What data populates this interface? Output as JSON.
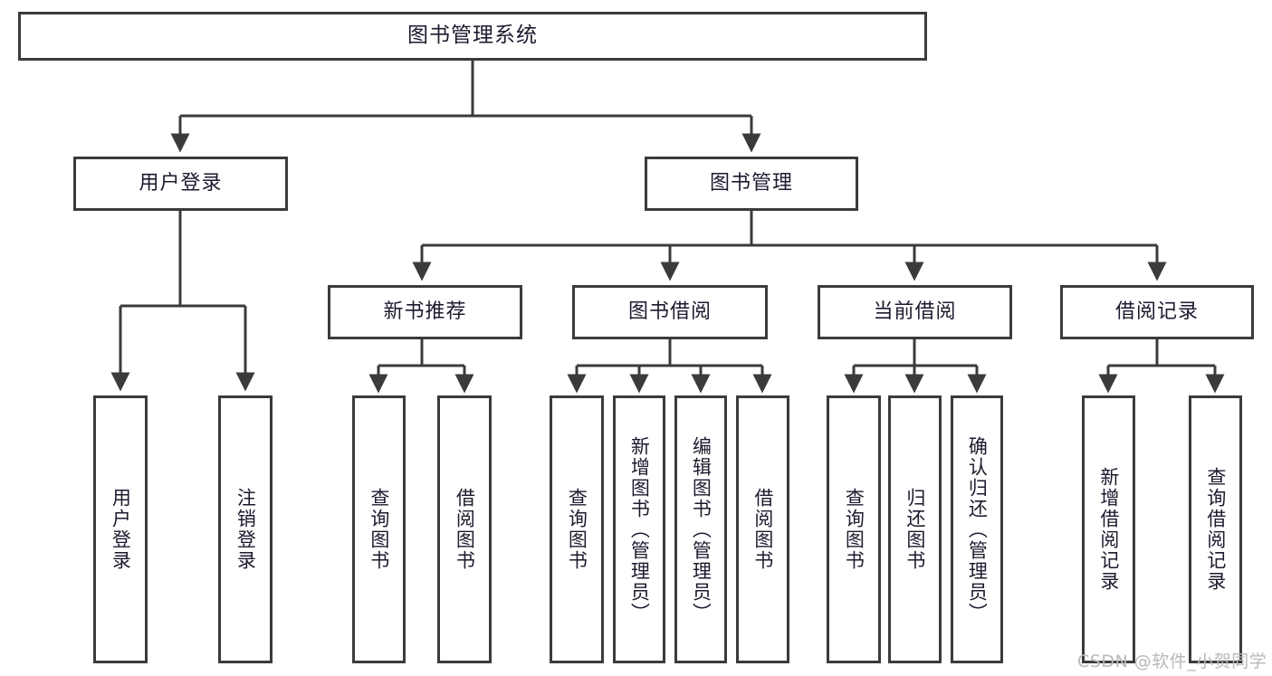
{
  "diagram": {
    "title": "图书管理系统",
    "type": "tree-hierarchy",
    "stroke_color": "#3b3b3b",
    "text_color": "#1b1b2e",
    "background_color": "#ffffff",
    "root": {
      "label": "图书管理系统"
    },
    "level2": [
      {
        "label": "用户登录"
      },
      {
        "label": "图书管理"
      }
    ],
    "level3": [
      {
        "label": "新书推荐"
      },
      {
        "label": "图书借阅"
      },
      {
        "label": "当前借阅"
      },
      {
        "label": "借阅记录"
      }
    ],
    "leaves": {
      "user_login": [
        {
          "label": "用户登录"
        },
        {
          "label": "注销登录"
        }
      ],
      "new_book_recommend": [
        {
          "label": "查询图书"
        },
        {
          "label": "借阅图书"
        }
      ],
      "book_borrow": [
        {
          "label": "查询图书"
        },
        {
          "label": "新增图书（管理员）"
        },
        {
          "label": "编辑图书（管理员）"
        },
        {
          "label": "借阅图书"
        }
      ],
      "current_borrow": [
        {
          "label": "查询图书"
        },
        {
          "label": "归还图书"
        },
        {
          "label": "确认归还（管理员）"
        }
      ],
      "borrow_record": [
        {
          "label": "新增借阅记录"
        },
        {
          "label": "查询借阅记录"
        }
      ]
    }
  },
  "watermark": {
    "text": "CSDN @软件_小贺同学"
  }
}
